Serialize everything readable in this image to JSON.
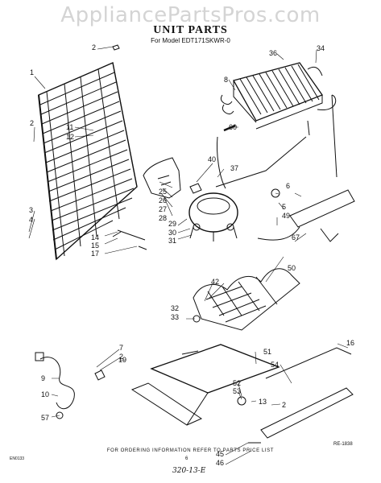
{
  "watermark": "AppliancePartsPros.com",
  "title": "UNIT PARTS",
  "subtitle": "For Model EDT171SKWR-0",
  "callouts": {
    "c1": "1",
    "c2a": "2",
    "c2b": "2",
    "c2c": "2",
    "c2d": "2",
    "c3": "3",
    "c4": "4",
    "c5": "5",
    "c6": "6",
    "c7": "7",
    "c8": "8",
    "c9": "9",
    "c10": "10",
    "c11": "11",
    "c12": "12",
    "c13": "13",
    "c14": "14",
    "c15": "15",
    "c16": "16",
    "c17": "17",
    "c19": "19",
    "c25": "25",
    "c26": "26",
    "c27": "27",
    "c28": "28",
    "c29": "29",
    "c30": "30",
    "c31": "31",
    "c32": "32",
    "c33": "33",
    "c34": "34",
    "c36": "36",
    "c37": "37",
    "c40": "40",
    "c42": "42",
    "c45": "45",
    "c46": "46",
    "c49": "49",
    "c50": "50",
    "c51": "51",
    "c52": "52",
    "c53": "53",
    "c54": "54",
    "c57": "57",
    "c60": "60",
    "c67": "67"
  },
  "footer": "FOR ORDERING INFORMATION REFER TO PARTS PRICE LIST",
  "ref_code": "RE-1838",
  "left_code": "EN0133",
  "page_number": "6",
  "handwritten": "320-13-E"
}
